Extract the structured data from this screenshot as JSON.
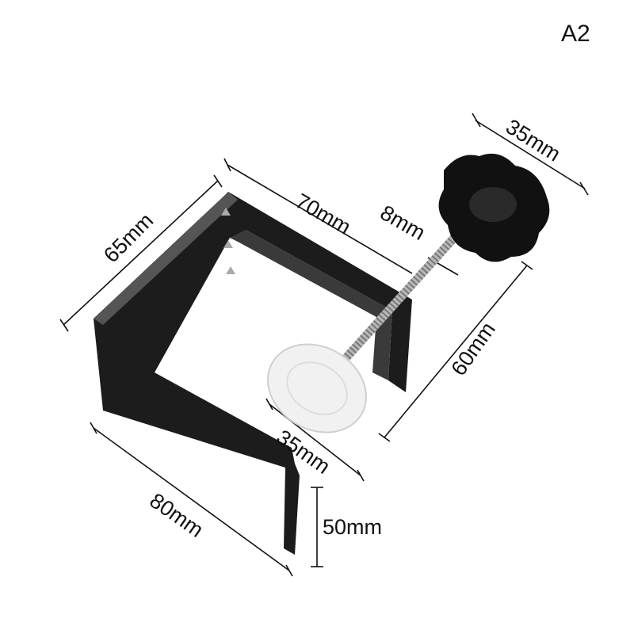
{
  "variant_label": "A2",
  "dimensions": {
    "knob_diameter": "35mm",
    "clamp_depth": "70mm",
    "screw_diameter": "8mm",
    "clamp_height": "65mm",
    "screw_length": "60mm",
    "pad_diameter": "35mm",
    "clamp_width": "80mm",
    "lower_jaw_length": "50mm"
  },
  "colors": {
    "metal": "#1a1a1a",
    "text": "#111111"
  }
}
